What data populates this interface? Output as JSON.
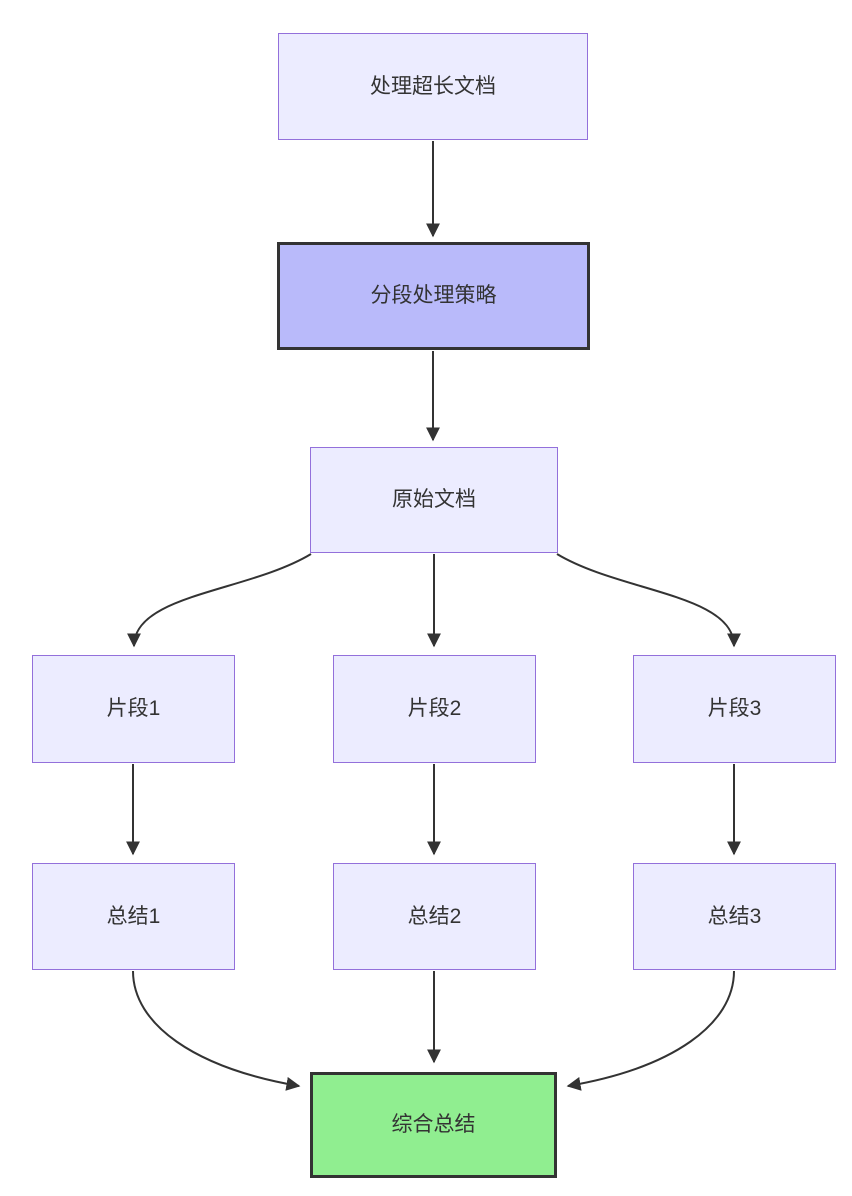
{
  "diagram": {
    "type": "flowchart",
    "direction": "top-down",
    "colors": {
      "node_fill_default": "#ececff",
      "node_border_default": "#9370db",
      "node_fill_highlight": "#b9bafa",
      "node_fill_success": "#90ee90",
      "node_border_emphasis": "#333333",
      "edge_stroke": "#333333",
      "text_color": "#333333",
      "background": "#ffffff"
    },
    "nodes": [
      {
        "id": "A",
        "label": "处理超长文档",
        "style": "default"
      },
      {
        "id": "B",
        "label": "分段处理策略",
        "style": "highlight"
      },
      {
        "id": "C",
        "label": "原始文档",
        "style": "default"
      },
      {
        "id": "D1",
        "label": "片段1",
        "style": "default"
      },
      {
        "id": "D2",
        "label": "片段2",
        "style": "default"
      },
      {
        "id": "D3",
        "label": "片段3",
        "style": "default"
      },
      {
        "id": "E1",
        "label": "总结1",
        "style": "default"
      },
      {
        "id": "E2",
        "label": "总结2",
        "style": "default"
      },
      {
        "id": "E3",
        "label": "总结3",
        "style": "default"
      },
      {
        "id": "F",
        "label": "综合总结",
        "style": "success"
      }
    ],
    "edges": [
      {
        "from": "A",
        "to": "B"
      },
      {
        "from": "B",
        "to": "C"
      },
      {
        "from": "C",
        "to": "D1"
      },
      {
        "from": "C",
        "to": "D2"
      },
      {
        "from": "C",
        "to": "D3"
      },
      {
        "from": "D1",
        "to": "E1"
      },
      {
        "from": "D2",
        "to": "E2"
      },
      {
        "from": "D3",
        "to": "E3"
      },
      {
        "from": "E1",
        "to": "F"
      },
      {
        "from": "E2",
        "to": "F"
      },
      {
        "from": "E3",
        "to": "F"
      }
    ]
  }
}
